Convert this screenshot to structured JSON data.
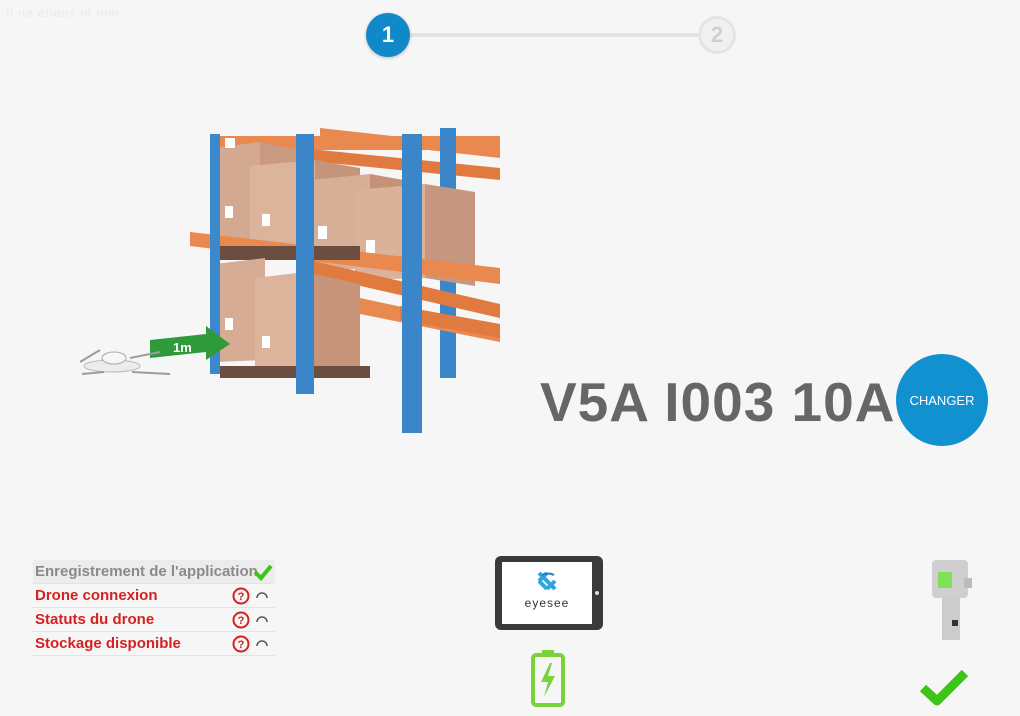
{
  "statusbar": {
    "text": "Il ne étions nt nnn"
  },
  "stepper": {
    "steps": [
      "1",
      "2"
    ],
    "active": 1
  },
  "illustration": {
    "distance_label": "1m"
  },
  "location": {
    "code": "V5A I003 10A"
  },
  "actions": {
    "change_label": "CHANGER"
  },
  "checklist": {
    "items": [
      {
        "label": "Enregistrement de l'application",
        "status": "ok"
      },
      {
        "label": "Drone connexion",
        "status": "pending"
      },
      {
        "label": "Statuts du drone",
        "status": "pending"
      },
      {
        "label": "Stockage disponible",
        "status": "pending"
      }
    ]
  },
  "devices": {
    "tablet_brand": "eyesee",
    "colors": {
      "accent": "#1188c7",
      "error": "#d42121",
      "ok": "#3cc514"
    }
  }
}
